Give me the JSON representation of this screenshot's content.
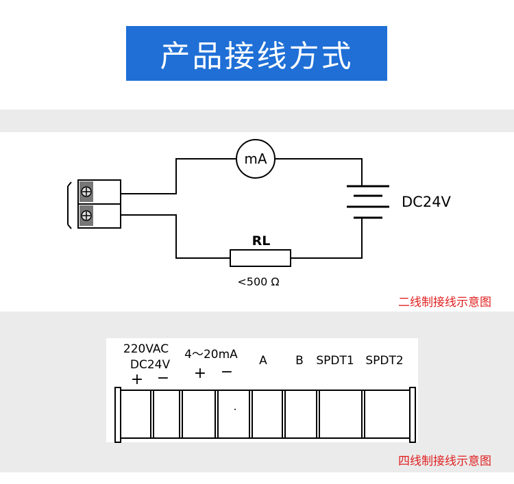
{
  "header": {
    "title": "产品接线方式"
  },
  "two_wire": {
    "meter_label": "mA",
    "supply_label": "DC24V",
    "resistor_label": "RL",
    "resistor_value": "<500 Ω",
    "caption": "二线制接线示意图"
  },
  "four_wire": {
    "power_label_1": "220VAC",
    "power_label_2": "DC24V",
    "power_sign_plus": "+",
    "power_sign_minus": "−",
    "signal_label": "4～20mA",
    "signal_sign_plus": "+",
    "signal_sign_minus": "−",
    "a_label": "A",
    "b_label": "B",
    "spdt1_label": "SPDT1",
    "spdt2_label": "SPDT2",
    "caption": "四线制接线示意图"
  },
  "colors": {
    "title_bg": "#1f6fd6",
    "caption": "#e02020",
    "band": "#ebebeb"
  }
}
